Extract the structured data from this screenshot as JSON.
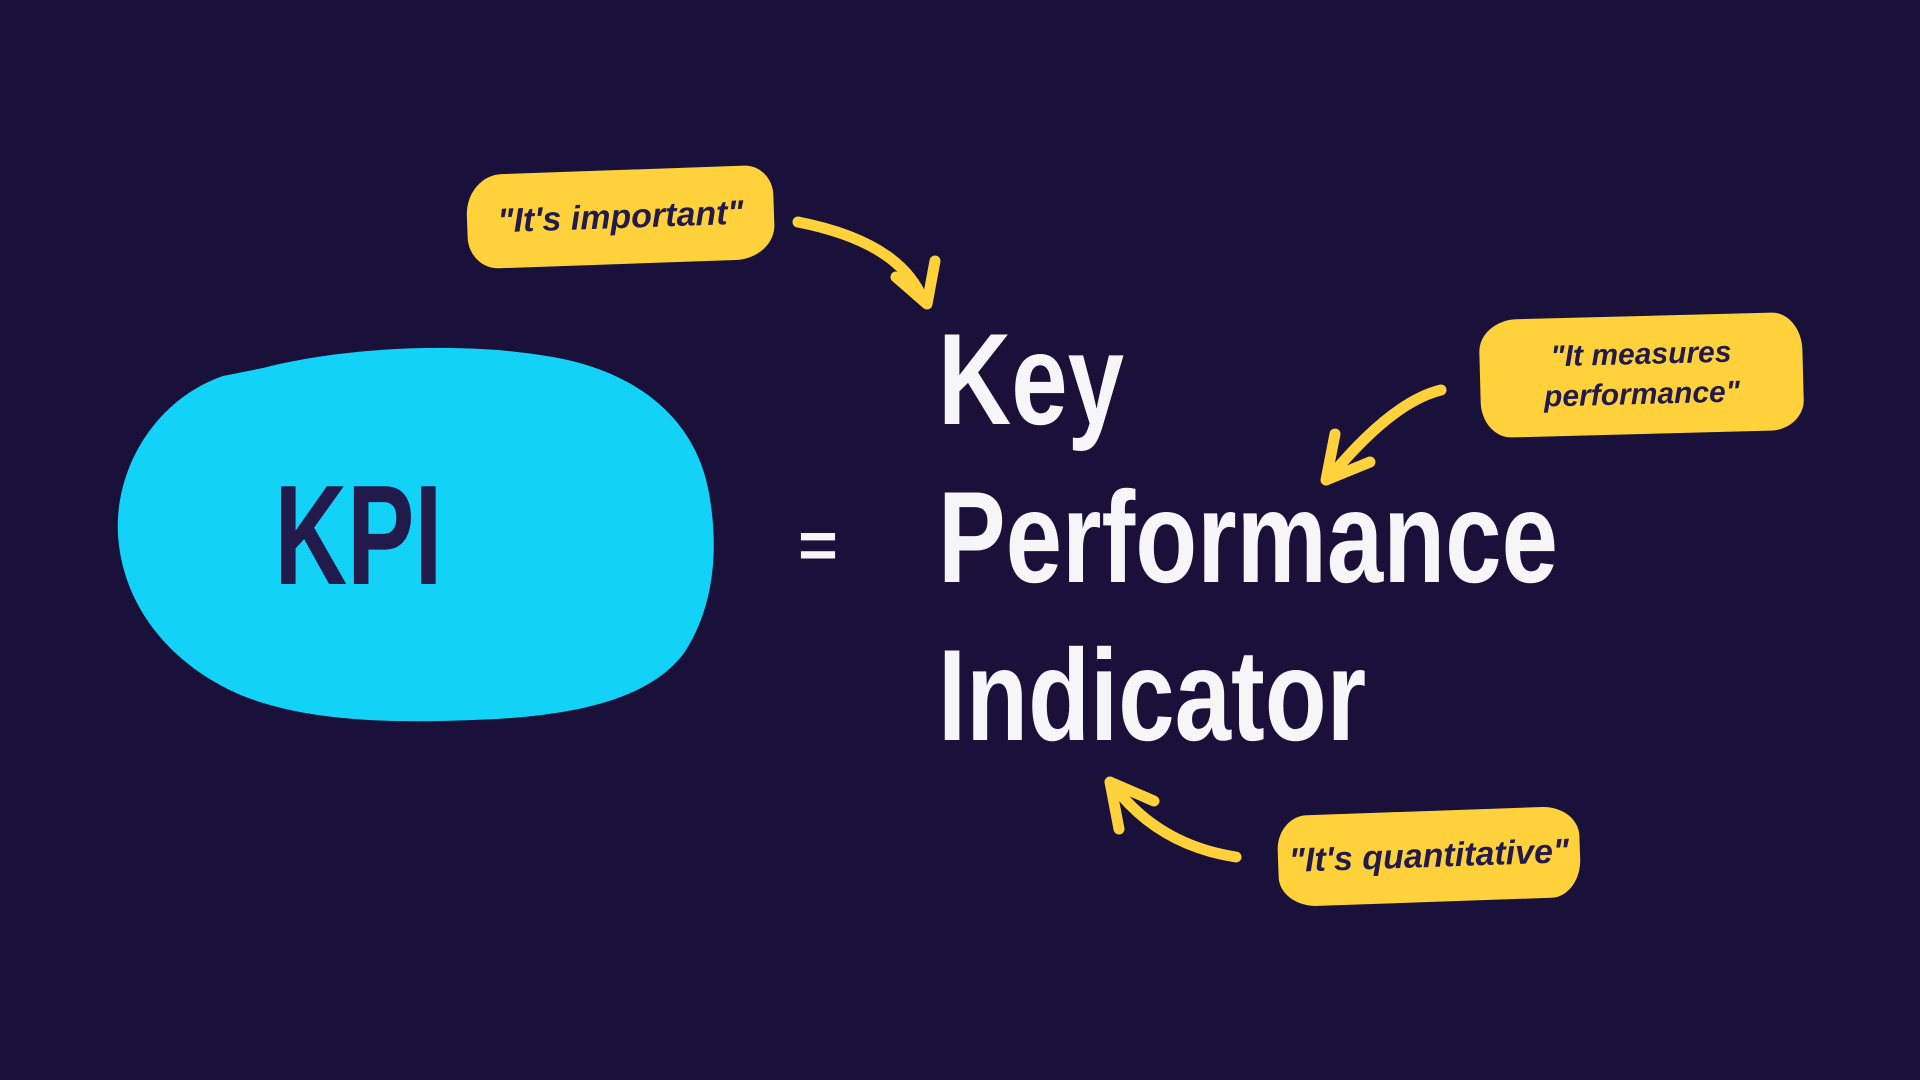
{
  "title": "KPI definition infographic",
  "colors": {
    "background": "#191139",
    "blob_cyan": "#12D2F8",
    "callout_yellow": "#FFD23C",
    "dark_navy_text": "#221A4A",
    "light_text": "#F6F5F8"
  },
  "kpi": {
    "abbr": "KPI",
    "equals": "="
  },
  "definition": {
    "lines": [
      "Key",
      "Performance",
      "Indicator"
    ]
  },
  "callouts": [
    {
      "id": "important",
      "text": "\"It's important\""
    },
    {
      "id": "measures",
      "text": "\"It measures performance\""
    },
    {
      "id": "quantitative",
      "text": "\"It's quantitative\""
    }
  ],
  "arrows": [
    {
      "name": "curved-arrow-important-to-key"
    },
    {
      "name": "curved-arrow-measures-to-performance"
    },
    {
      "name": "curved-arrow-quantitative-to-indicator"
    }
  ]
}
